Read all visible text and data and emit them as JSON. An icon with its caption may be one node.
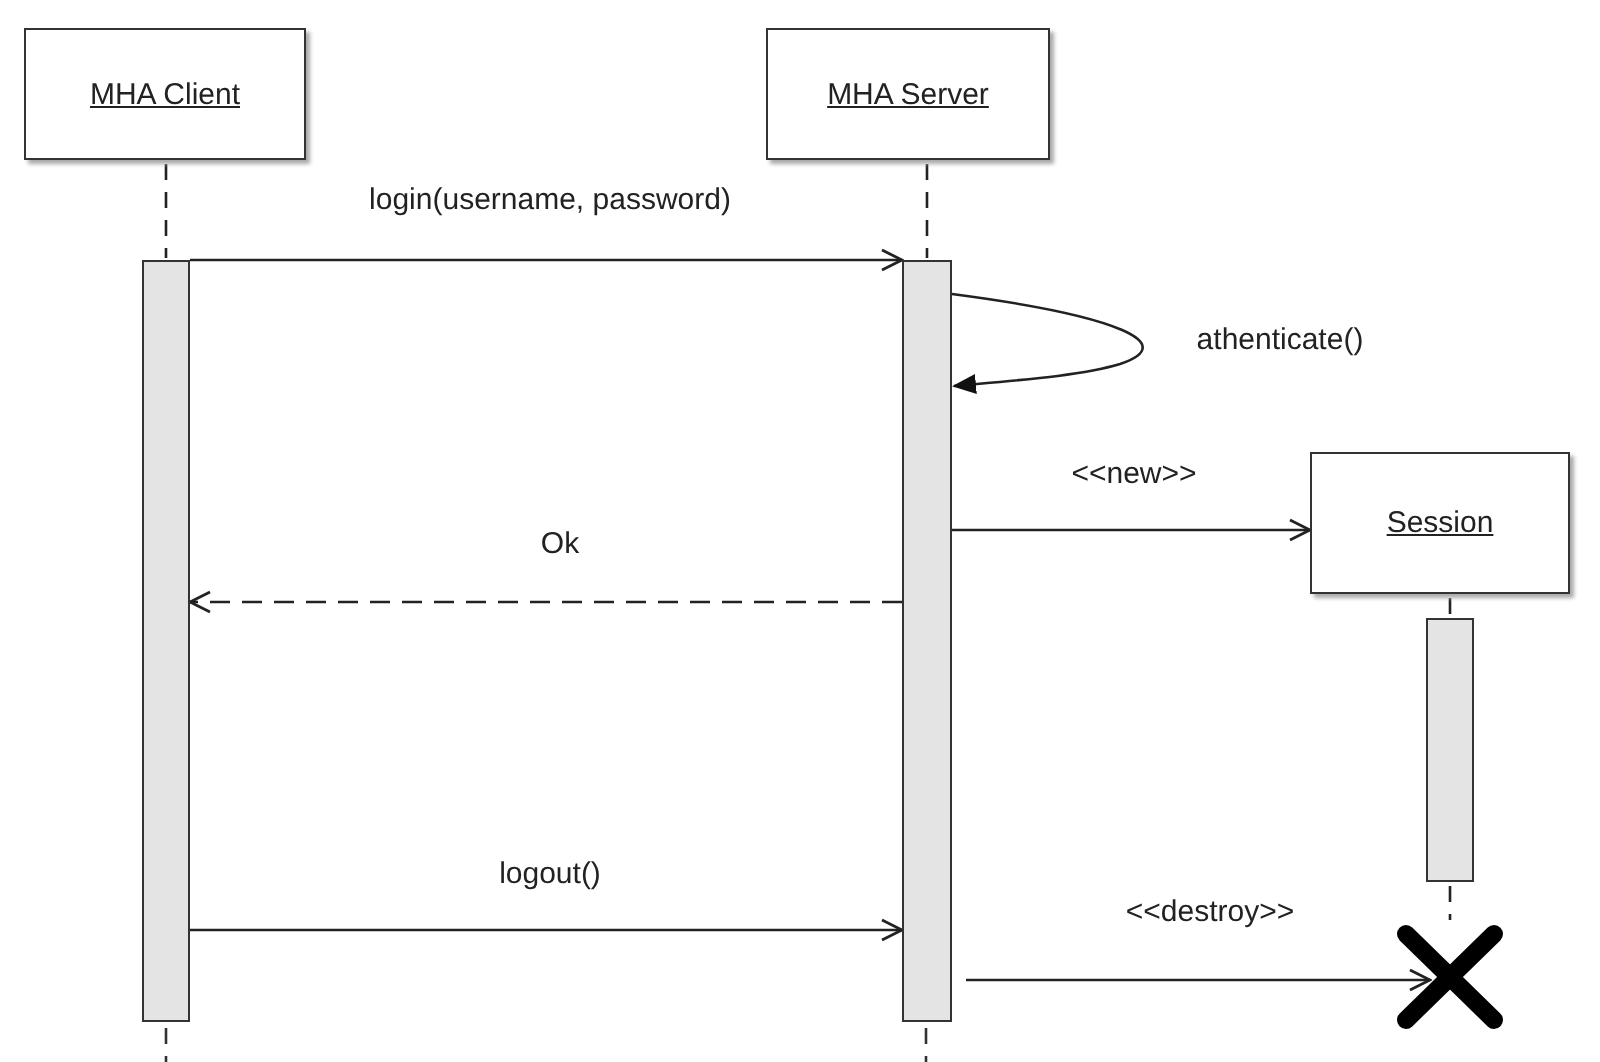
{
  "diagram": {
    "nodes": [
      {
        "text": [
          "MHA Client"
        ]
      },
      {
        "text": [
          "MHA Server"
        ]
      },
      {
        "text": [
          "Session"
        ]
      },
      {
        "text": [],
        "shape": "bar"
      },
      {
        "text": [],
        "shape": "bar"
      },
      {
        "text": [],
        "shape": "bar"
      },
      {
        "text": [],
        "shape": "cross"
      }
    ],
    "edges": [
      {
        "from": 0,
        "to": 3,
        "arrow": "none",
        "style": "dashed"
      },
      {
        "from": 1,
        "to": 4,
        "arrow": "none",
        "style": "dashed"
      },
      {
        "from": 2,
        "to": 5,
        "arrow": "none",
        "style": "dashed"
      },
      {
        "from": 5,
        "to": 6,
        "arrow": "none",
        "style": "dashed"
      },
      {
        "from": 3,
        "to": 4,
        "arrow": "to",
        "label": "login(username, password)"
      },
      {
        "from": 4,
        "to": 4,
        "arrow": "to",
        "label": "athenticate()"
      },
      {
        "from": 4,
        "to": 2,
        "arrow": "to",
        "label": "<<new>>"
      },
      {
        "from": 4,
        "to": 3,
        "arrow": "to",
        "label": "Ok",
        "style": "dashed"
      },
      {
        "from": 3,
        "to": 4,
        "arrow": "to",
        "label": "logout()"
      },
      {
        "from": 4,
        "to": 6,
        "arrow": "to",
        "label": "<<destroy>>"
      }
    ]
  }
}
